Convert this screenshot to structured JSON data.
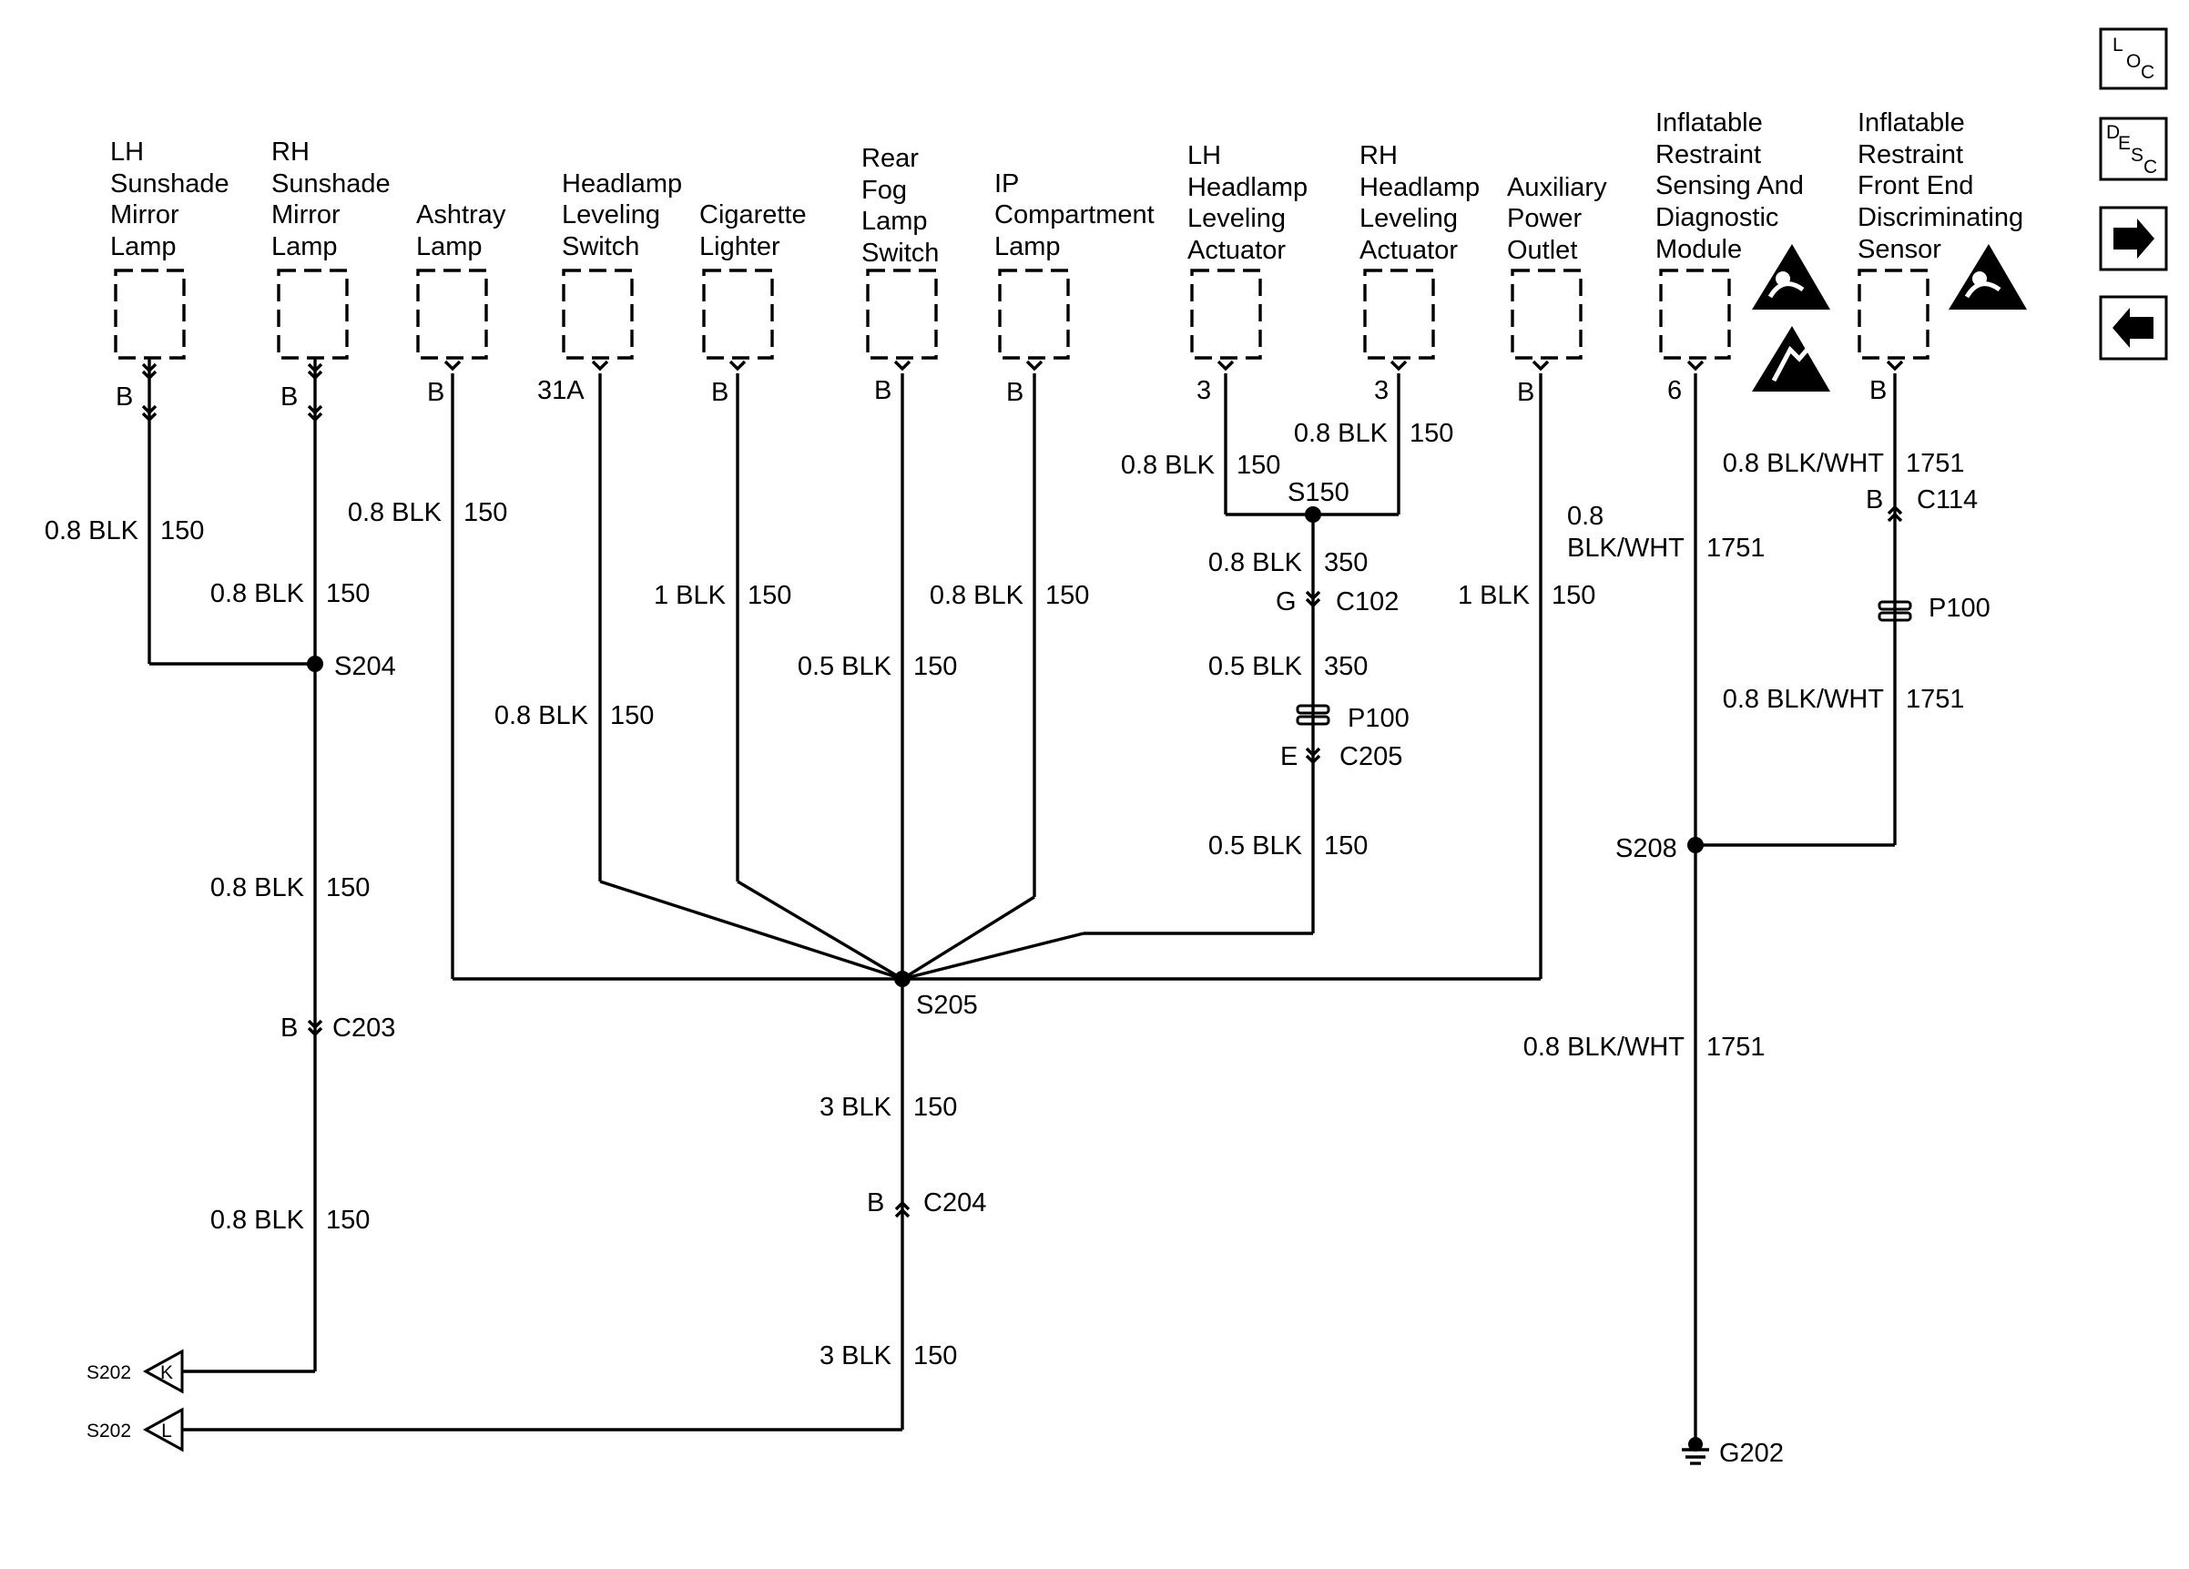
{
  "components": [
    {
      "id": "lh-sunshade",
      "lines": [
        "LH",
        "Sunshade",
        "Mirror",
        "Lamp"
      ],
      "pin": "B"
    },
    {
      "id": "rh-sunshade",
      "lines": [
        "RH",
        "Sunshade",
        "Mirror",
        "Lamp"
      ],
      "pin": "B"
    },
    {
      "id": "ashtray",
      "lines": [
        "Ashtray",
        "Lamp"
      ],
      "pin": "B"
    },
    {
      "id": "headlamp-switch",
      "lines": [
        "Headlamp",
        "Leveling",
        "Switch"
      ],
      "pin": "31A"
    },
    {
      "id": "cigarette-lighter",
      "lines": [
        "Cigarette",
        "Lighter"
      ],
      "pin": "B"
    },
    {
      "id": "rear-fog-switch",
      "lines": [
        "Rear",
        "Fog",
        "Lamp",
        "Switch"
      ],
      "pin": "B"
    },
    {
      "id": "ip-compartment",
      "lines": [
        "IP",
        "Compartment",
        "Lamp"
      ],
      "pin": "B"
    },
    {
      "id": "lh-actuator",
      "lines": [
        "LH",
        "Headlamp",
        "Leveling",
        "Actuator"
      ],
      "pin": "3"
    },
    {
      "id": "rh-actuator",
      "lines": [
        "RH",
        "Headlamp",
        "Leveling",
        "Actuator"
      ],
      "pin": "3"
    },
    {
      "id": "aux-power",
      "lines": [
        "Auxiliary",
        "Power",
        "Outlet"
      ],
      "pin": "B"
    },
    {
      "id": "sdm",
      "lines": [
        "Inflatable",
        "Restraint",
        "Sensing And",
        "Diagnostic",
        "Module"
      ],
      "pin": "6"
    },
    {
      "id": "front-sensor",
      "lines": [
        "Inflatable",
        "Restraint",
        "Front End",
        "Discriminating",
        "Sensor"
      ],
      "pin": "B"
    }
  ],
  "wires": [
    {
      "size": "0.8 BLK",
      "circuit": "150"
    },
    {
      "size": "0.8 BLK",
      "circuit": "150"
    },
    {
      "size": "0.8 BLK",
      "circuit": "150"
    },
    {
      "size": "0.8 BLK",
      "circuit": "150"
    },
    {
      "size": "0.8 BLK",
      "circuit": "150"
    },
    {
      "size": "0.8 BLK",
      "circuit": "150"
    },
    {
      "size": "1 BLK",
      "circuit": "150"
    },
    {
      "size": "0.5 BLK",
      "circuit": "150"
    },
    {
      "size": "0.8 BLK",
      "circuit": "150"
    },
    {
      "size": "0.8 BLK",
      "circuit": "150"
    },
    {
      "size": "0.8 BLK",
      "circuit": "150"
    },
    {
      "size": "0.8 BLK",
      "circuit": "350"
    },
    {
      "size": "0.5 BLK",
      "circuit": "350"
    },
    {
      "size": "0.5 BLK",
      "circuit": "150"
    },
    {
      "size": "1 BLK",
      "circuit": "150"
    },
    {
      "size": "0.8 BLK/WHT",
      "circuit": "1751"
    },
    {
      "size": "0.8 BLK/WHT",
      "circuit": "1751"
    },
    {
      "size": "0.8 BLK/WHT",
      "circuit": "1751"
    },
    {
      "size": "3 BLK",
      "circuit": "150"
    },
    {
      "size": "3 BLK",
      "circuit": "150"
    },
    {
      "size": "0.8 BLK/WHT",
      "circuit": "1751"
    }
  ],
  "splices": [
    "S204",
    "S205",
    "S150",
    "S208"
  ],
  "connectors": [
    {
      "name": "C203",
      "pin": "B"
    },
    {
      "name": "C204",
      "pin": "B"
    },
    {
      "name": "C102",
      "pin": "G"
    },
    {
      "name": "C205",
      "pin": "E"
    },
    {
      "name": "C114",
      "pin": "B"
    }
  ],
  "pass_throughs": [
    "P100",
    "P100"
  ],
  "ground": "G202",
  "offpage": [
    {
      "target": "S202",
      "letter": "K"
    },
    {
      "target": "S202",
      "letter": "L"
    }
  ],
  "nav": {
    "loc": [
      "L",
      "O",
      "C"
    ],
    "desc": [
      "D",
      "E",
      "S",
      "C"
    ],
    "next": "→",
    "prev": "←"
  }
}
